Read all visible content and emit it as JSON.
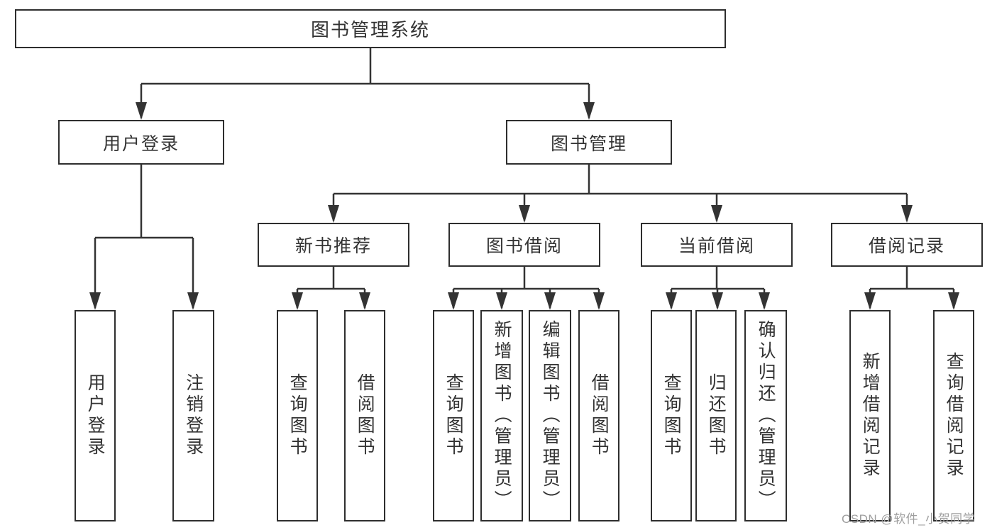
{
  "nodes": {
    "root": "图书管理系统",
    "user_login": "用户登录",
    "book_mgmt": "图书管理",
    "new_books": "新书推荐",
    "book_borrow": "图书借阅",
    "current_borrow": "当前借阅",
    "borrow_records": "借阅记录",
    "leaves": [
      "用户登录",
      "注销登录",
      "查询图书",
      "借阅图书",
      "查询图书",
      "新增图书（管理员）",
      "编辑图书（管理员）",
      "借阅图书",
      "查询图书",
      "归还图书",
      "确认归还（管理员）",
      "新增借阅记录",
      "查询借阅记录"
    ]
  },
  "watermark": "CSDN @软件_小贺同学",
  "colors": {
    "line": "#333333",
    "border": "#2e2e2e",
    "text": "#333333",
    "watermark": "#9e9e9e",
    "background": "#ffffff"
  }
}
